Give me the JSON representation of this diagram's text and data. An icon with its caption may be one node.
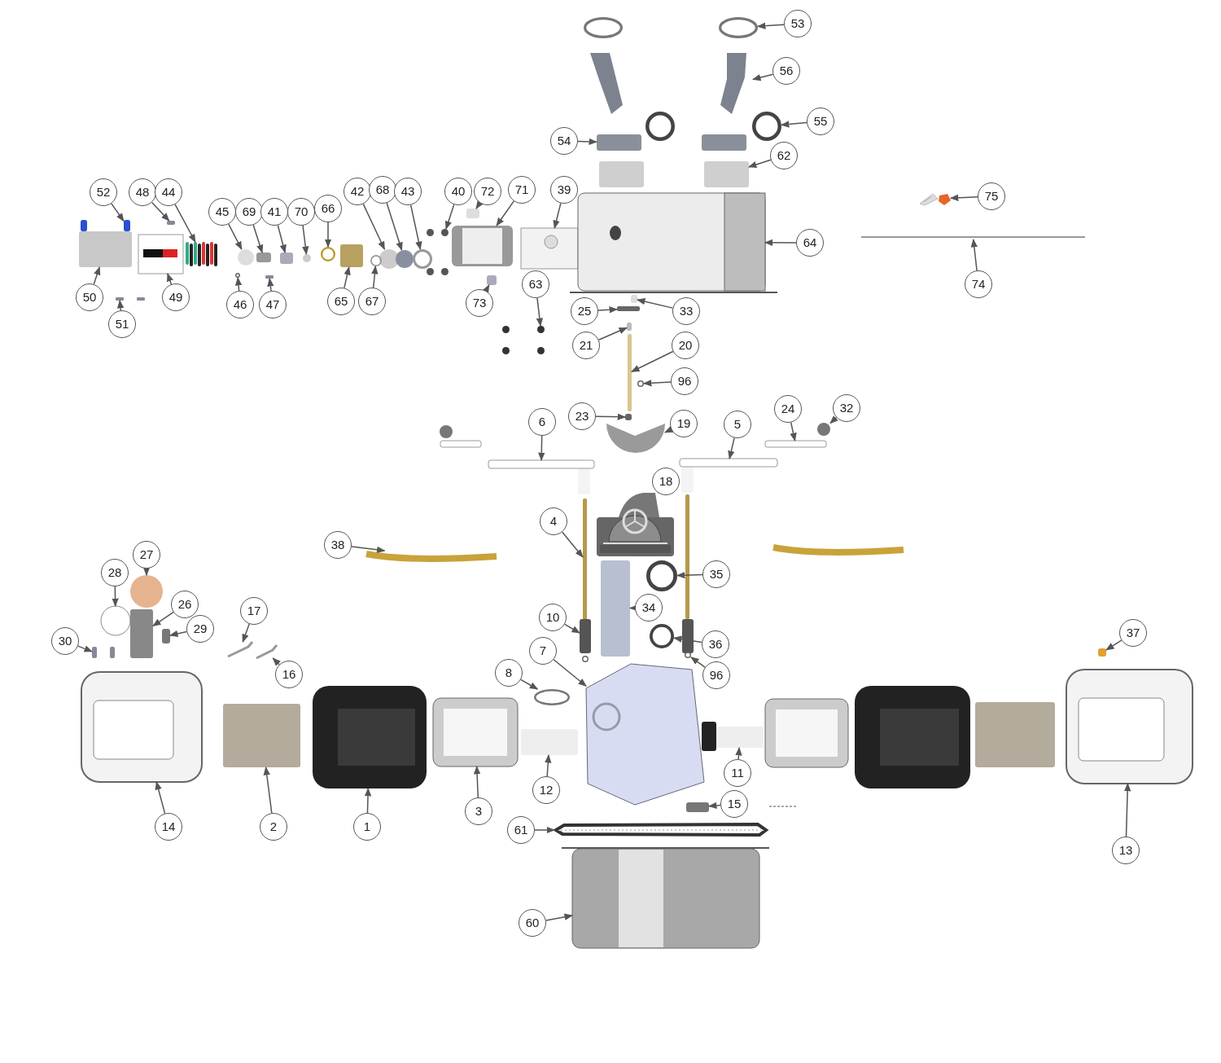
{
  "diagram": {
    "nodes": [
      {
        "text": [
          "53"
        ]
      },
      {
        "text": [
          "56"
        ]
      },
      {
        "text": [
          "55"
        ]
      },
      {
        "text": [
          "54"
        ]
      },
      {
        "text": [
          "62"
        ]
      },
      {
        "text": [
          "52"
        ]
      },
      {
        "text": [
          "48"
        ]
      },
      {
        "text": [
          "44"
        ]
      },
      {
        "text": [
          "45"
        ]
      },
      {
        "text": [
          "69"
        ]
      },
      {
        "text": [
          "41"
        ]
      },
      {
        "text": [
          "70"
        ]
      },
      {
        "text": [
          "66"
        ]
      },
      {
        "text": [
          "42"
        ]
      },
      {
        "text": [
          "68"
        ]
      },
      {
        "text": [
          "43"
        ]
      },
      {
        "text": [
          "40"
        ]
      },
      {
        "text": [
          "72"
        ]
      },
      {
        "text": [
          "71"
        ]
      },
      {
        "text": [
          "39"
        ]
      },
      {
        "text": [
          "64"
        ]
      },
      {
        "text": [
          "75"
        ]
      },
      {
        "text": [
          "74"
        ]
      },
      {
        "text": [
          "50"
        ]
      },
      {
        "text": [
          "49"
        ]
      },
      {
        "text": [
          "51"
        ]
      },
      {
        "text": [
          "46"
        ]
      },
      {
        "text": [
          "47"
        ]
      },
      {
        "text": [
          "65"
        ]
      },
      {
        "text": [
          "67"
        ]
      },
      {
        "text": [
          "73"
        ]
      },
      {
        "text": [
          "63"
        ]
      },
      {
        "text": [
          "25"
        ]
      },
      {
        "text": [
          "33"
        ]
      },
      {
        "text": [
          "21"
        ]
      },
      {
        "text": [
          "20"
        ]
      },
      {
        "text": [
          "96"
        ]
      },
      {
        "text": [
          "23"
        ]
      },
      {
        "text": [
          "19"
        ]
      },
      {
        "text": [
          "6"
        ]
      },
      {
        "text": [
          "5"
        ]
      },
      {
        "text": [
          "24"
        ]
      },
      {
        "text": [
          "32"
        ]
      },
      {
        "text": [
          "18"
        ]
      },
      {
        "text": [
          "4"
        ]
      },
      {
        "text": [
          "38"
        ]
      },
      {
        "text": [
          "35"
        ]
      },
      {
        "text": [
          "34"
        ]
      },
      {
        "text": [
          "27"
        ]
      },
      {
        "text": [
          "28"
        ]
      },
      {
        "text": [
          "26"
        ]
      },
      {
        "text": [
          "29"
        ]
      },
      {
        "text": [
          "17"
        ]
      },
      {
        "text": [
          "16"
        ]
      },
      {
        "text": [
          "30"
        ]
      },
      {
        "text": [
          "10"
        ]
      },
      {
        "text": [
          "36"
        ]
      },
      {
        "text": [
          "96"
        ]
      },
      {
        "text": [
          "37"
        ]
      },
      {
        "text": [
          "7"
        ]
      },
      {
        "text": [
          "8"
        ]
      },
      {
        "text": [
          "14"
        ]
      },
      {
        "text": [
          "2"
        ]
      },
      {
        "text": [
          "1"
        ]
      },
      {
        "text": [
          "3"
        ]
      },
      {
        "text": [
          "12"
        ]
      },
      {
        "text": [
          "11"
        ]
      },
      {
        "text": [
          "15"
        ]
      },
      {
        "text": [
          "61"
        ]
      },
      {
        "text": [
          "60"
        ]
      },
      {
        "text": [
          "13"
        ]
      },
      {
        "text": [],
        "shape": "circle"
      },
      {
        "text": [],
        "shape": "picture"
      },
      {
        "text": [],
        "shape": "circle"
      },
      {
        "text": [],
        "shape": "box"
      },
      {
        "text": [],
        "shape": "box"
      },
      {
        "text": [],
        "shape": "box"
      },
      {
        "text": [],
        "shape": "box"
      },
      {
        "text": [],
        "shape": "picture"
      },
      {
        "text": [],
        "shape": "circle"
      },
      {
        "text": [],
        "shape": "box"
      },
      {
        "text": [],
        "shape": "box"
      },
      {
        "text": [],
        "shape": "circle"
      },
      {
        "text": [],
        "shape": "circle"
      },
      {
        "text": [],
        "shape": "circle"
      },
      {
        "text": [],
        "shape": "circle"
      },
      {
        "text": [],
        "shape": "circle"
      },
      {
        "text": [],
        "shape": "circle"
      },
      {
        "text": [],
        "shape": "box"
      },
      {
        "text": [],
        "shape": "picture"
      },
      {
        "text": [],
        "shape": "picture"
      },
      {
        "text": [],
        "shape": "picture"
      },
      {
        "text": [],
        "shape": "picture"
      },
      {
        "text": [],
        "shape": "bar"
      },
      {
        "text": [],
        "shape": "box"
      },
      {
        "text": [],
        "shape": "picture"
      },
      {
        "text": [],
        "shape": "box"
      },
      {
        "text": [],
        "shape": "circle"
      },
      {
        "text": [],
        "shape": "box"
      },
      {
        "text": [],
        "shape": "box"
      },
      {
        "text": [],
        "shape": "circle"
      },
      {
        "text": [],
        "shape": "box"
      },
      {
        "text": [],
        "shape": "circle"
      },
      {
        "text": [],
        "shape": "box"
      },
      {
        "text": [],
        "shape": "box"
      },
      {
        "text": [],
        "shape": "box"
      },
      {
        "text": [],
        "shape": "box"
      },
      {
        "text": [],
        "shape": "circle"
      },
      {
        "text": [],
        "shape": "box"
      },
      {
        "text": [],
        "shape": "picture"
      },
      {
        "text": [],
        "shape": "box"
      },
      {
        "text": [],
        "shape": "box"
      },
      {
        "text": [],
        "shape": "box"
      },
      {
        "text": [],
        "shape": "circle"
      },
      {
        "text": [],
        "shape": "picture"
      },
      {
        "text": [],
        "shape": "box"
      },
      {
        "text": [],
        "shape": "picture"
      },
      {
        "text": [],
        "shape": "circle"
      },
      {
        "text": [],
        "shape": "box"
      },
      {
        "text": [],
        "shape": "circle"
      },
      {
        "text": [],
        "shape": "circle"
      },
      {
        "text": [],
        "shape": "box"
      },
      {
        "text": [],
        "shape": "box"
      },
      {
        "text": [],
        "shape": "picture"
      },
      {
        "text": [],
        "shape": "picture"
      },
      {
        "text": [],
        "shape": "box"
      },
      {
        "text": [],
        "shape": "box"
      },
      {
        "text": [],
        "shape": "circle"
      },
      {
        "text": [],
        "shape": "circle"
      },
      {
        "text": [],
        "shape": "box"
      },
      {
        "text": [],
        "shape": "picture"
      },
      {
        "text": [],
        "shape": "circle"
      },
      {
        "text": [],
        "shape": "picture"
      },
      {
        "text": [],
        "shape": "box"
      },
      {
        "text": [],
        "shape": "picture"
      },
      {
        "text": [],
        "shape": "picture"
      },
      {
        "text": [],
        "shape": "box"
      },
      {
        "text": [],
        "shape": "box"
      },
      {
        "text": [],
        "shape": "box"
      },
      {
        "text": [],
        "shape": "picture"
      },
      {
        "text": [],
        "shape": "picture"
      },
      {
        "text": [],
        "shape": "picture"
      }
    ],
    "edges": [
      {
        "from": 0,
        "to": 71,
        "arrow": "to"
      },
      {
        "from": 1,
        "to": 72,
        "arrow": "to"
      },
      {
        "from": 2,
        "to": 73,
        "arrow": "to"
      },
      {
        "from": 3,
        "to": 74,
        "arrow": "to"
      },
      {
        "from": 4,
        "to": 75,
        "arrow": "to"
      },
      {
        "from": 5,
        "to": 76,
        "arrow": "to"
      },
      {
        "from": 6,
        "to": 77,
        "arrow": "to"
      },
      {
        "from": 7,
        "to": 78,
        "arrow": "to"
      },
      {
        "from": 8,
        "to": 79,
        "arrow": "to"
      },
      {
        "from": 9,
        "to": 80,
        "arrow": "to"
      },
      {
        "from": 10,
        "to": 81,
        "arrow": "to"
      },
      {
        "from": 11,
        "to": 82,
        "arrow": "to"
      },
      {
        "from": 12,
        "to": 83,
        "arrow": "to"
      },
      {
        "from": 13,
        "to": 84,
        "arrow": "to"
      },
      {
        "from": 14,
        "to": 85,
        "arrow": "to"
      },
      {
        "from": 15,
        "to": 86,
        "arrow": "to"
      },
      {
        "from": 16,
        "to": 87,
        "arrow": "to"
      },
      {
        "from": 17,
        "to": 88,
        "arrow": "to"
      },
      {
        "from": 18,
        "to": 89,
        "arrow": "to"
      },
      {
        "from": 19,
        "to": 90,
        "arrow": "to"
      },
      {
        "from": 20,
        "to": 91,
        "arrow": "to"
      },
      {
        "from": 21,
        "to": 92,
        "arrow": "to"
      },
      {
        "from": 22,
        "to": 93,
        "arrow": "to"
      },
      {
        "from": 23,
        "to": 94,
        "arrow": "to"
      },
      {
        "from": 24,
        "to": 95,
        "arrow": "to"
      },
      {
        "from": 25,
        "to": 96,
        "arrow": "to"
      },
      {
        "from": 26,
        "to": 97,
        "arrow": "to"
      },
      {
        "from": 27,
        "to": 98,
        "arrow": "to"
      },
      {
        "from": 28,
        "to": 99,
        "arrow": "to"
      },
      {
        "from": 29,
        "to": 100,
        "arrow": "to"
      },
      {
        "from": 30,
        "to": 101,
        "arrow": "to"
      },
      {
        "from": 31,
        "to": 102,
        "arrow": "to"
      },
      {
        "from": 32,
        "to": 103,
        "arrow": "to"
      },
      {
        "from": 33,
        "to": 104,
        "arrow": "to"
      },
      {
        "from": 34,
        "to": 105,
        "arrow": "to"
      },
      {
        "from": 35,
        "to": 106,
        "arrow": "to"
      },
      {
        "from": 36,
        "to": 107,
        "arrow": "to"
      },
      {
        "from": 37,
        "to": 108,
        "arrow": "to"
      },
      {
        "from": 38,
        "to": 109,
        "arrow": "to"
      },
      {
        "from": 39,
        "to": 110,
        "arrow": "to"
      },
      {
        "from": 40,
        "to": 111,
        "arrow": "to"
      },
      {
        "from": 41,
        "to": 112,
        "arrow": "to"
      },
      {
        "from": 42,
        "to": 113,
        "arrow": "to"
      },
      {
        "from": 43,
        "to": 114,
        "arrow": "to"
      },
      {
        "from": 44,
        "to": 115,
        "arrow": "to"
      },
      {
        "from": 45,
        "to": 116,
        "arrow": "to"
      },
      {
        "from": 46,
        "to": 117,
        "arrow": "to"
      },
      {
        "from": 47,
        "to": 118,
        "arrow": "to"
      },
      {
        "from": 48,
        "to": 119,
        "arrow": "to"
      },
      {
        "from": 49,
        "to": 120,
        "arrow": "to"
      },
      {
        "from": 50,
        "to": 121,
        "arrow": "to"
      },
      {
        "from": 51,
        "to": 122,
        "arrow": "to"
      },
      {
        "from": 52,
        "to": 123,
        "arrow": "to"
      },
      {
        "from": 53,
        "to": 124,
        "arrow": "to"
      },
      {
        "from": 54,
        "to": 125,
        "arrow": "to"
      },
      {
        "from": 55,
        "to": 126,
        "arrow": "to"
      },
      {
        "from": 56,
        "to": 127,
        "arrow": "to"
      },
      {
        "from": 57,
        "to": 128,
        "arrow": "to"
      },
      {
        "from": 58,
        "to": 129,
        "arrow": "to"
      },
      {
        "from": 59,
        "to": 130,
        "arrow": "to"
      },
      {
        "from": 60,
        "to": 131,
        "arrow": "to"
      },
      {
        "from": 61,
        "to": 132,
        "arrow": "to"
      },
      {
        "from": 62,
        "to": 133,
        "arrow": "to"
      },
      {
        "from": 63,
        "to": 134,
        "arrow": "to"
      },
      {
        "from": 64,
        "to": 135,
        "arrow": "to"
      },
      {
        "from": 65,
        "to": 136,
        "arrow": "to"
      },
      {
        "from": 66,
        "to": 137,
        "arrow": "to"
      },
      {
        "from": 67,
        "to": 138,
        "arrow": "to"
      },
      {
        "from": 68,
        "to": 139,
        "arrow": "to"
      },
      {
        "from": 69,
        "to": 140,
        "arrow": "to"
      },
      {
        "from": 70,
        "to": 141,
        "arrow": "to"
      }
    ]
  }
}
